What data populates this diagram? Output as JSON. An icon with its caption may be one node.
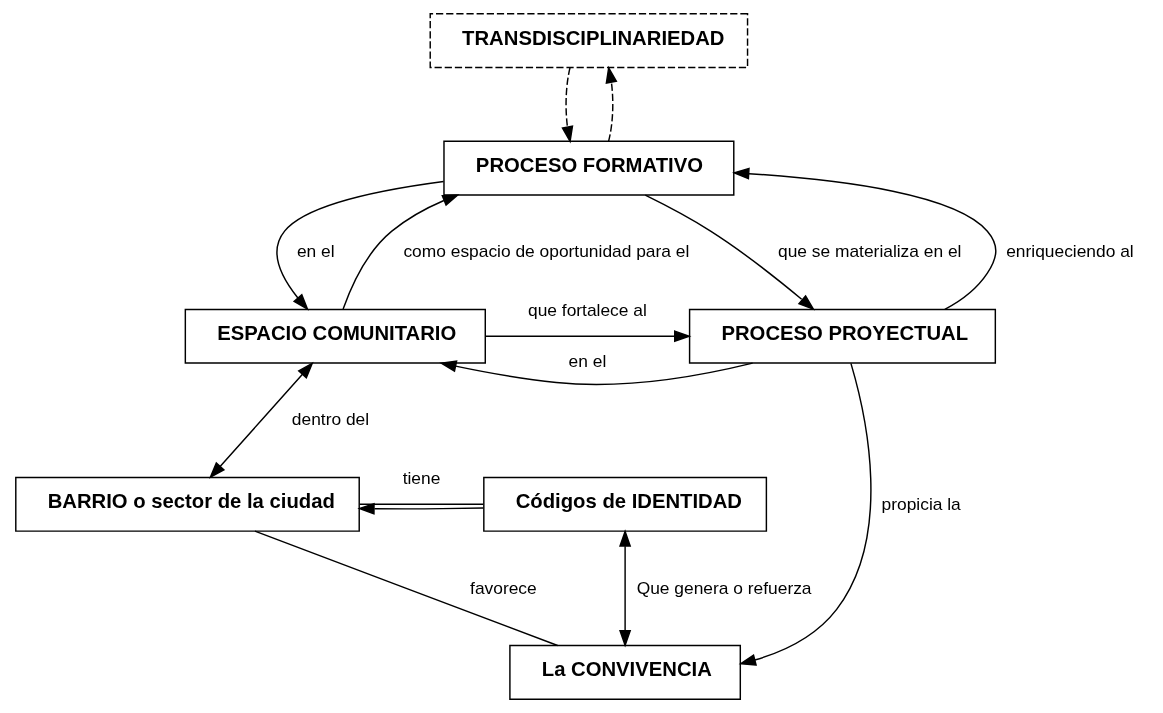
{
  "diagram": {
    "nodes": [
      {
        "text": [
          "TRANSDISCIPLINARIEDAD"
        ]
      },
      {
        "text": [
          "PROCESO FORMATIVO"
        ]
      },
      {
        "text": [
          "ESPACIO COMUNITARIO"
        ]
      },
      {
        "text": [
          "PROCESO PROYECTUAL"
        ]
      },
      {
        "text": [
          "BARRIO o sector de la ciudad"
        ]
      },
      {
        "text": [
          "Códigos de IDENTIDAD"
        ]
      },
      {
        "text": [
          "La CONVIVENCIA"
        ]
      }
    ],
    "edges": [
      {
        "from": 1,
        "to": 0,
        "arrow": "to",
        "style": "dashed"
      },
      {
        "from": 0,
        "to": 1,
        "arrow": "to",
        "style": "dashed"
      },
      {
        "from": 2,
        "to": 1,
        "arrow": "to",
        "label": "como espacio de oportunidad para el"
      },
      {
        "from": 1,
        "to": 2,
        "arrow": "to",
        "label": "en el"
      },
      {
        "from": 1,
        "to": 3,
        "arrow": "to",
        "label": "que se materializa en el"
      },
      {
        "from": 3,
        "to": 1,
        "arrow": "to",
        "label": "enriqueciendo al"
      },
      {
        "from": 3,
        "to": 2,
        "arrow": "to",
        "label": "en el"
      },
      {
        "from": 2,
        "to": 3,
        "arrow": "to",
        "label": "que fortalece al"
      },
      {
        "from": 2,
        "to": 4,
        "arrow": "both",
        "label": "dentro del"
      },
      {
        "from": 5,
        "to": 4,
        "arrow": "to"
      },
      {
        "from": 4,
        "to": 5,
        "arrow": "none",
        "label": "tiene"
      },
      {
        "from": 4,
        "to": 6,
        "arrow": "none",
        "label": "favorece"
      },
      {
        "from": 5,
        "to": 6,
        "arrow": "both",
        "label": "Que genera o refuerza"
      },
      {
        "from": 3,
        "to": 6,
        "arrow": "to",
        "label": "propicia la"
      }
    ]
  }
}
